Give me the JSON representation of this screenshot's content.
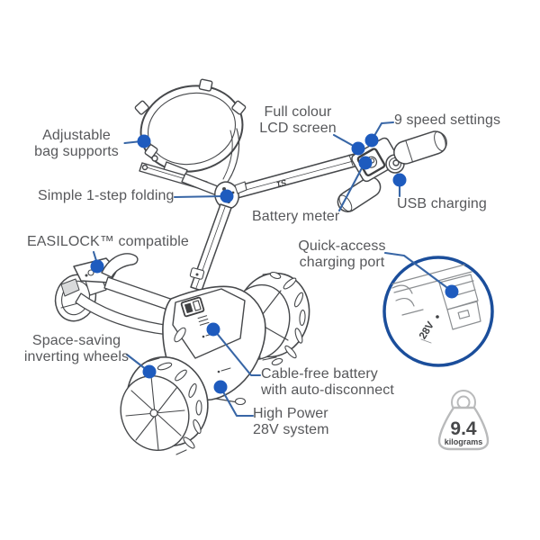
{
  "page": {
    "description": "Annotated feature diagram of an electric golf trolley",
    "background": "#ffffff"
  },
  "colors": {
    "label_text": "#57585b",
    "leader_line": "#3866a6",
    "callout_dot": "#1e5bbe",
    "inset_ring": "#1b4e9b",
    "sketch_line": "#46484b",
    "sketch_light": "#8b8e91",
    "weight_outline": "#b9babb",
    "weight_text": "#464749"
  },
  "callouts": {
    "adjustable_bag_supports": {
      "line1": "Adjustable",
      "line2": "bag supports"
    },
    "simple_folding": {
      "line1": "Simple 1-step folding"
    },
    "easilock": {
      "line1": "EASILOCK™ compatible"
    },
    "space_saving": {
      "line1": "Space-saving",
      "line2": "inverting wheels"
    },
    "full_colour": {
      "line1": "Full colour",
      "line2": "LCD screen"
    },
    "speed_settings": {
      "line1": "9 speed settings"
    },
    "usb_charging": {
      "line1": "USB charging"
    },
    "battery_meter": {
      "line1": "Battery meter"
    },
    "quick_access": {
      "line1": "Quick-access",
      "line2": "charging port"
    },
    "cable_free": {
      "line1": "Cable-free battery",
      "line2": "with auto-disconnect"
    },
    "high_power": {
      "line1": "High Power",
      "line2": "28V system"
    }
  },
  "trolley": {
    "model_logo": "S1",
    "inset_battery_label": "28V"
  },
  "weight_badge": {
    "value": "9.4",
    "unit": "kilograms"
  },
  "icons": {
    "weight": "kettlebell-weight-icon",
    "inset": "magnified-detail-circle"
  }
}
